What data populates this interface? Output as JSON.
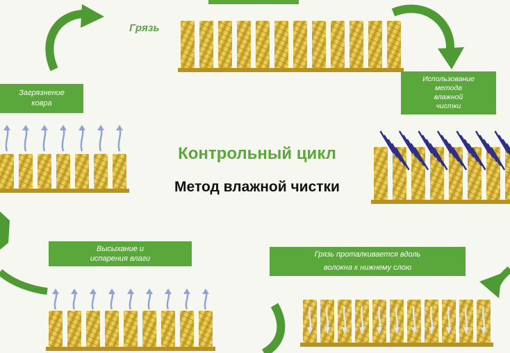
{
  "diagram": {
    "title": "Контрольный цикл",
    "subtitle": "Метод влажной чистки",
    "dirt_label": "Грязь",
    "steps": [
      {
        "id": "soiling",
        "lines": [
          "Загрязнение",
          "ковра"
        ]
      },
      {
        "id": "wet-clean",
        "lines": [
          "Использование",
          "метода",
          "влажной",
          "чистки"
        ]
      },
      {
        "id": "push-down",
        "lines": [
          "Грязь проталкивается вдоль",
          "волокна к нижнему  слою"
        ]
      },
      {
        "id": "drying",
        "lines": [
          "Высыхание и",
          "испарения влаги"
        ]
      }
    ],
    "colors": {
      "arrow": "#4e9a33",
      "label_bg": "#5aa83b",
      "fiber": "#e2bf3c",
      "fiber_dark": "#b8921f",
      "water": "#2e2f8a",
      "vapor": "#8fa4d6"
    }
  }
}
